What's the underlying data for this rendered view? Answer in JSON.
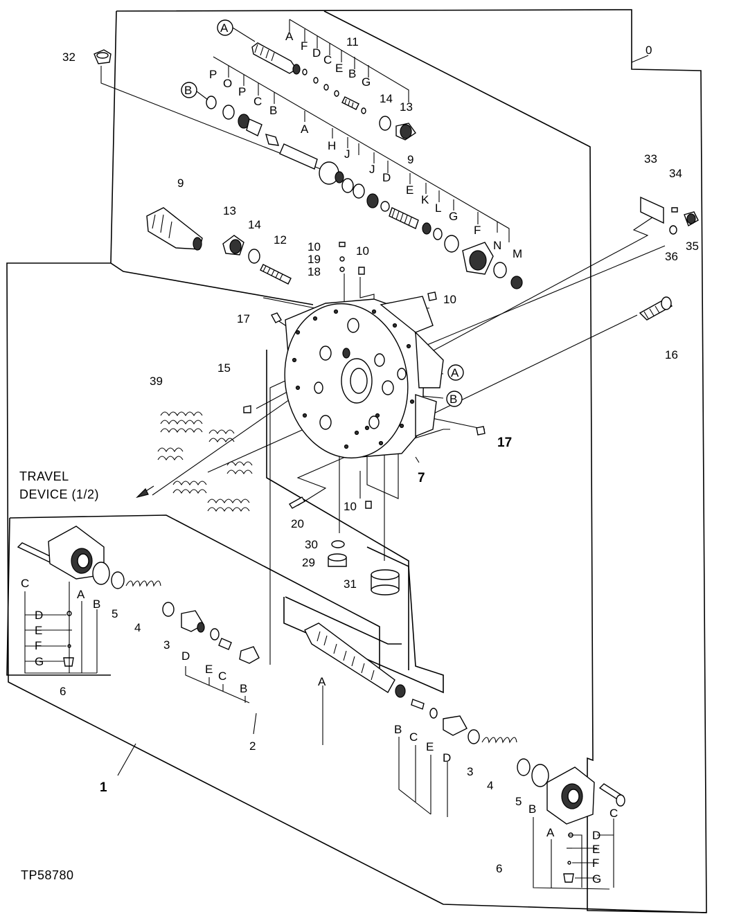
{
  "drawing_id": "TP58780",
  "title_text": {
    "line1": "TRAVEL",
    "line2": "DEVICE (1/2)"
  },
  "callouts": {
    "c0": "0",
    "c1": "1",
    "c2": "2",
    "c3a": "3",
    "c3b": "3",
    "c4a": "4",
    "c4b": "4",
    "c5a": "5",
    "c5b": "5",
    "c6a": "6",
    "c6b": "6",
    "c7": "7",
    "c9a": "9",
    "c9b": "9",
    "c10a": "10",
    "c10b": "10",
    "c10c": "10",
    "c10d": "10",
    "c11": "11",
    "c12": "12",
    "c13a": "13",
    "c13b": "13",
    "c14a": "14",
    "c14b": "14",
    "c15": "15",
    "c16": "16",
    "c17a": "17",
    "c17b": "17",
    "c18": "18",
    "c19": "19",
    "c20": "20",
    "c29": "29",
    "c30": "30",
    "c31": "31",
    "c32": "32",
    "c33": "33",
    "c34": "34",
    "c35": "35",
    "c36": "36",
    "c39": "39"
  },
  "letters": {
    "top_row": [
      "A",
      "F",
      "D",
      "C",
      "E",
      "B",
      "G"
    ],
    "mid_row": [
      "P",
      "O",
      "P",
      "C",
      "B",
      "A",
      "H",
      "J",
      "J",
      "D",
      "E",
      "K",
      "L",
      "G",
      "F",
      "N",
      "M"
    ],
    "left_cover": [
      "C",
      "D",
      "E",
      "F",
      "G",
      "A",
      "B"
    ],
    "left_spool": [
      "D",
      "E",
      "C",
      "B",
      "A"
    ],
    "right_spool": [
      "B",
      "C",
      "E",
      "D"
    ],
    "right_cover": [
      "B",
      "A",
      "C",
      "D",
      "E",
      "F",
      "G"
    ]
  },
  "circled": {
    "a": "A",
    "b": "B"
  }
}
